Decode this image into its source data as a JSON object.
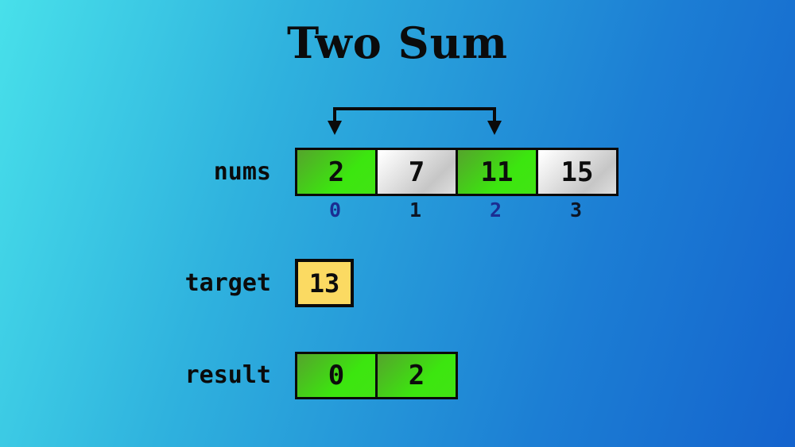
{
  "title": "Two Sum",
  "nums": {
    "label": "nums",
    "cells": [
      {
        "value": "2",
        "highlighted": true
      },
      {
        "value": "7",
        "highlighted": false
      },
      {
        "value": "11",
        "highlighted": true
      },
      {
        "value": "15",
        "highlighted": false
      }
    ],
    "indices": [
      {
        "value": "0",
        "highlighted": true
      },
      {
        "value": "1",
        "highlighted": false
      },
      {
        "value": "2",
        "highlighted": true
      },
      {
        "value": "3",
        "highlighted": false
      }
    ]
  },
  "target": {
    "label": "target",
    "value": "13"
  },
  "result": {
    "label": "result",
    "values": [
      "0",
      "2"
    ]
  },
  "arrow": {
    "connects_indices": [
      "0",
      "2"
    ]
  },
  "colors": {
    "background_start": "#48e0ea",
    "background_end": "#1463cd",
    "cell_green_bright": "#3ce60f",
    "cell_green_dark": "#55a42c",
    "cell_gray": "#c6c6c6",
    "target_yellow": "#fbda62",
    "index_highlight_blue": "#1b2d92",
    "index_dark": "#0d1524",
    "line_black": "#0a0a0a"
  }
}
